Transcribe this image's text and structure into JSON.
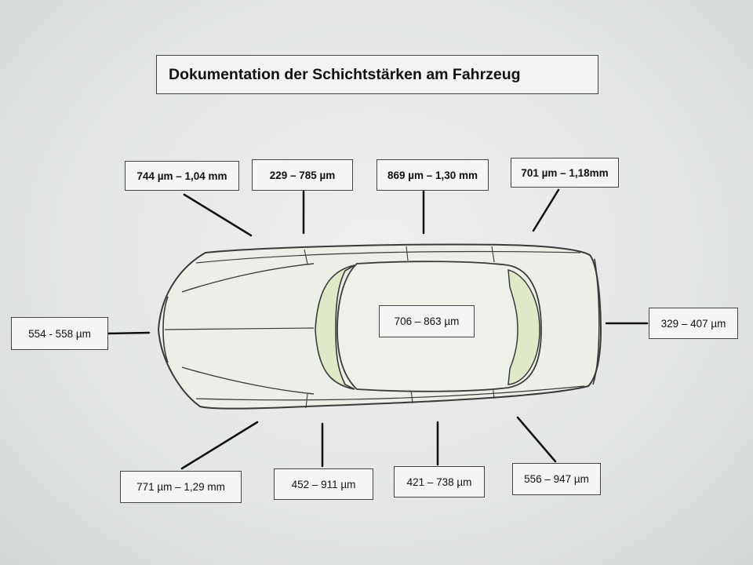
{
  "title": "Dokumentation der Schichtstärken am Fahrzeug",
  "measurements": {
    "top_1": "744 µm – 1,04 mm",
    "top_2": "229 – 785 µm",
    "top_3": "869 µm – 1,30 mm",
    "top_4": "701 µm – 1,18mm",
    "front": "554 - 558 µm",
    "roof": "706 – 863 µm",
    "rear": "329 – 407 µm",
    "bottom_1": "771 µm – 1,29 mm",
    "bottom_2": "452 – 911 µm",
    "bottom_3": "421 – 738 µm",
    "bottom_4": "556 – 947 µm"
  },
  "colors": {
    "line": "#111111",
    "car_outline": "#3a3a3a",
    "car_body": "#ecefe8",
    "glass_tint": "#dfe9c8"
  }
}
